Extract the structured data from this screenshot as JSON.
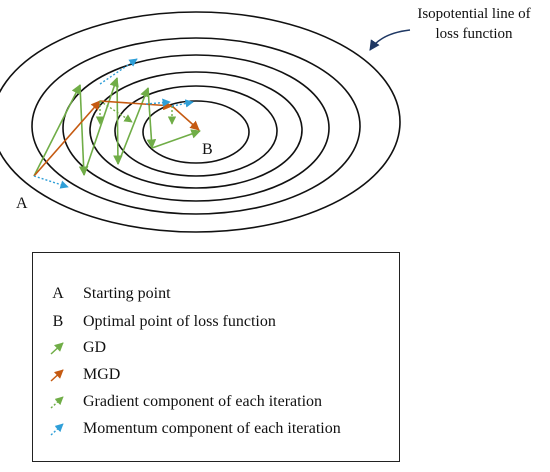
{
  "callout": {
    "line1": "Isopotential line of",
    "line2": "loss function"
  },
  "points": {
    "a": "A",
    "b": "B"
  },
  "colors": {
    "contour": "#111111",
    "gd": "#70ad47",
    "mgd": "#c55a11",
    "gradient_component": "#70ad47",
    "momentum_component": "#2f9fd8",
    "callout_arrow": "#1f3864"
  },
  "legend": {
    "items": [
      {
        "symbol": "A",
        "label": "Starting point"
      },
      {
        "symbol": "B",
        "label": "Optimal point of loss function"
      },
      {
        "symbol_icon": "green-solid-arrow-icon",
        "label": "GD"
      },
      {
        "symbol_icon": "orange-solid-arrow-icon",
        "label": "MGD"
      },
      {
        "symbol_icon": "green-dotted-arrow-icon",
        "label": "Gradient component of each iteration"
      },
      {
        "symbol_icon": "blue-dotted-arrow-icon",
        "label": "Momentum component of each iteration"
      }
    ]
  }
}
